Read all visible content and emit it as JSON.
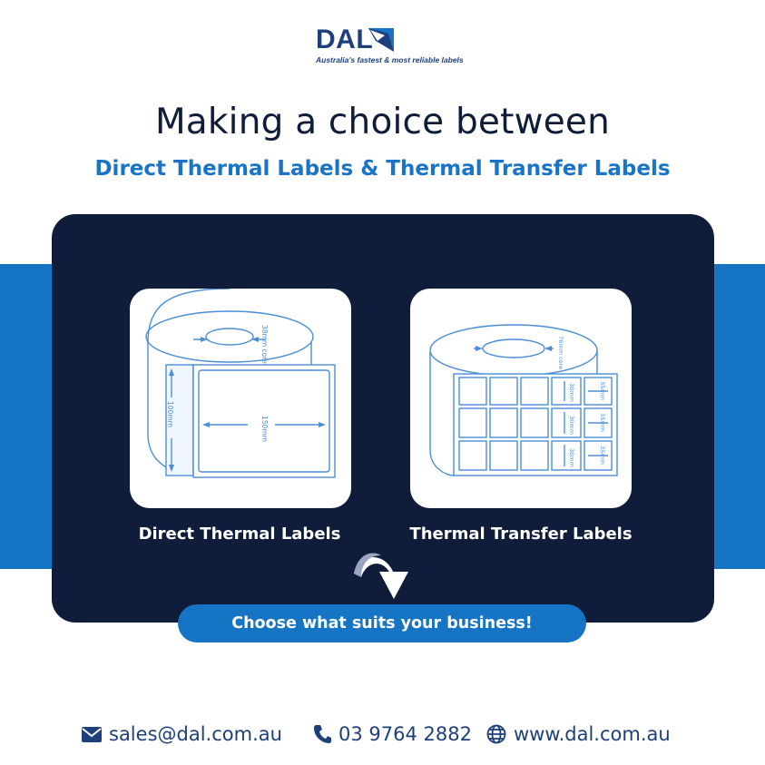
{
  "brand": {
    "logo_text": "DAL",
    "tagline": "Australia's fastest & most reliable labels",
    "colors": {
      "navy": "#0f1d3a",
      "blue": "#1574c4",
      "logo_navy": "#1d3f7a"
    }
  },
  "heading": {
    "title": "Making a choice between",
    "subtitle": "Direct Thermal Labels & Thermal Transfer Labels"
  },
  "options": [
    {
      "label": "Direct Thermal Labels",
      "icon": "single-label-roll-icon",
      "core": "38mm core",
      "width": "100mm",
      "length": "150mm"
    },
    {
      "label": "Thermal Transfer Labels",
      "icon": "multi-label-roll-icon",
      "core": "76mm core",
      "label_width": "30mm",
      "label_height": "35mm"
    }
  ],
  "cta": {
    "label": "Choose what suits your business!",
    "icon": "curved-arrow-down-icon"
  },
  "contact": {
    "email": "sales@dal.com.au",
    "phone": "03 9764 2882",
    "website": "www.dal.com.au",
    "icons": [
      "envelope-icon",
      "phone-icon",
      "globe-icon"
    ]
  }
}
